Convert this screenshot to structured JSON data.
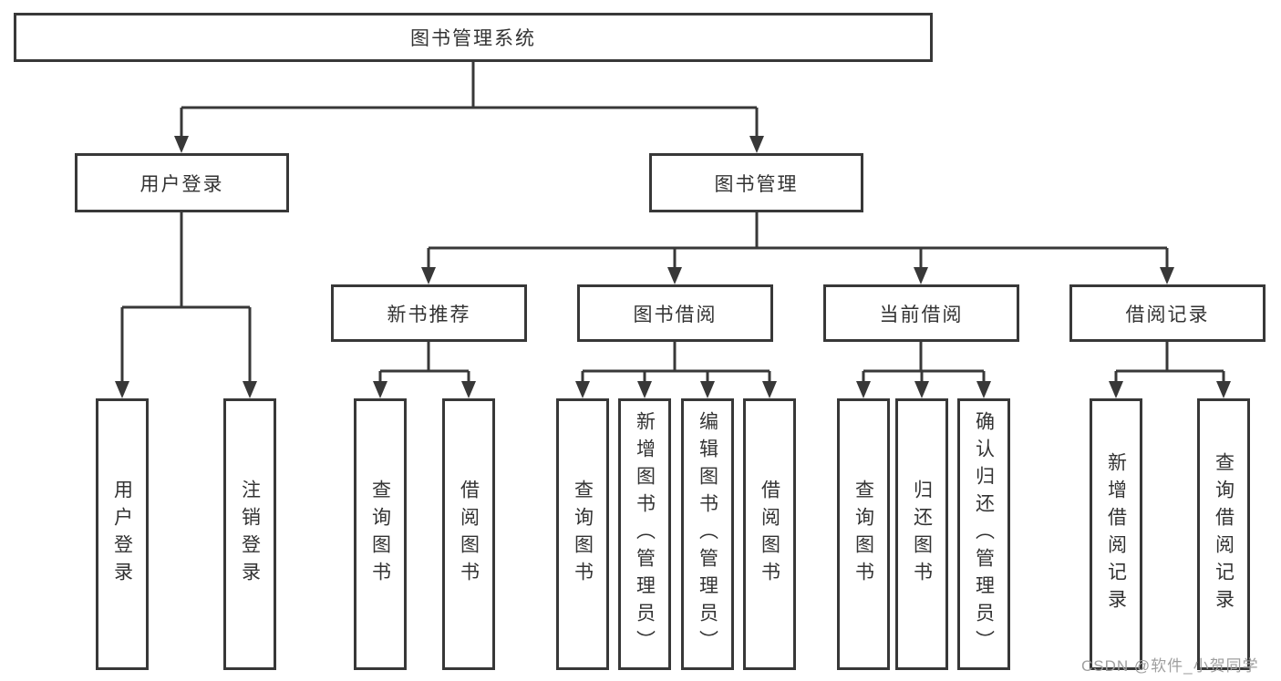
{
  "diagram": {
    "root": {
      "label": "图书管理系统"
    },
    "user_login": {
      "label": "用户登录",
      "children": {
        "login": "用户登录",
        "logout": "注销登录"
      }
    },
    "book_mgmt": {
      "label": "图书管理",
      "sections": {
        "new_book": {
          "label": "新书推荐",
          "children": {
            "query": "查询图书",
            "borrow": "借阅图书"
          }
        },
        "book_borrow": {
          "label": "图书借阅",
          "children": {
            "query": "查询图书",
            "add": "新增图书（管理员）",
            "edit": "编辑图书（管理员）",
            "borrow": "借阅图书"
          }
        },
        "current_borrow": {
          "label": "当前借阅",
          "children": {
            "query": "查询图书",
            "return": "归还图书",
            "confirm": "确认归还（管理员）"
          }
        },
        "borrow_records": {
          "label": "借阅记录",
          "children": {
            "add": "新增借阅记录",
            "query": "查询借阅记录"
          }
        }
      }
    }
  },
  "watermark": {
    "text": "CSDN @软件_小贺同学"
  },
  "colors": {
    "line": "#383838",
    "text": "#333333",
    "watermark": "#9f9f9f"
  }
}
